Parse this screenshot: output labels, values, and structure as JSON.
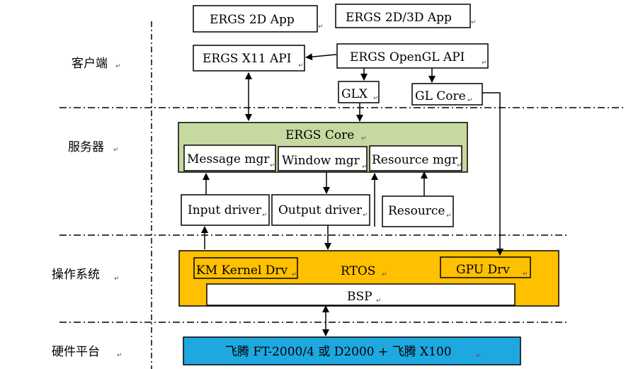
{
  "layers": {
    "client": "客户端",
    "server": "服务器",
    "os": "操作系统",
    "hardware": "硬件平台"
  },
  "client": {
    "app2d": "ERGS 2D App",
    "app2d3d": "ERGS 2D/3D App",
    "x11api": "ERGS X11 API",
    "openglapi": "ERGS OpenGL API",
    "glx": "GLX",
    "glcore": "GL Core"
  },
  "server": {
    "core": "ERGS Core",
    "message_mgr": "Message mgr",
    "window_mgr": "Window mgr",
    "resource_mgr": "Resource mgr",
    "input_driver": "Input driver",
    "output_driver": "Output driver",
    "resource": "Resource"
  },
  "os": {
    "km_kernel_drv": "KM Kernel Drv",
    "rtos": "RTOS",
    "gpu_drv": "GPU Drv",
    "bsp": "BSP"
  },
  "hardware": {
    "platform": "飞腾 FT-2000/4 或 D2000 +  飞腾 X100"
  },
  "colors": {
    "core_fill": "#c6d9a0",
    "os_fill": "#ffc000",
    "hw_fill": "#1fa8e0"
  }
}
